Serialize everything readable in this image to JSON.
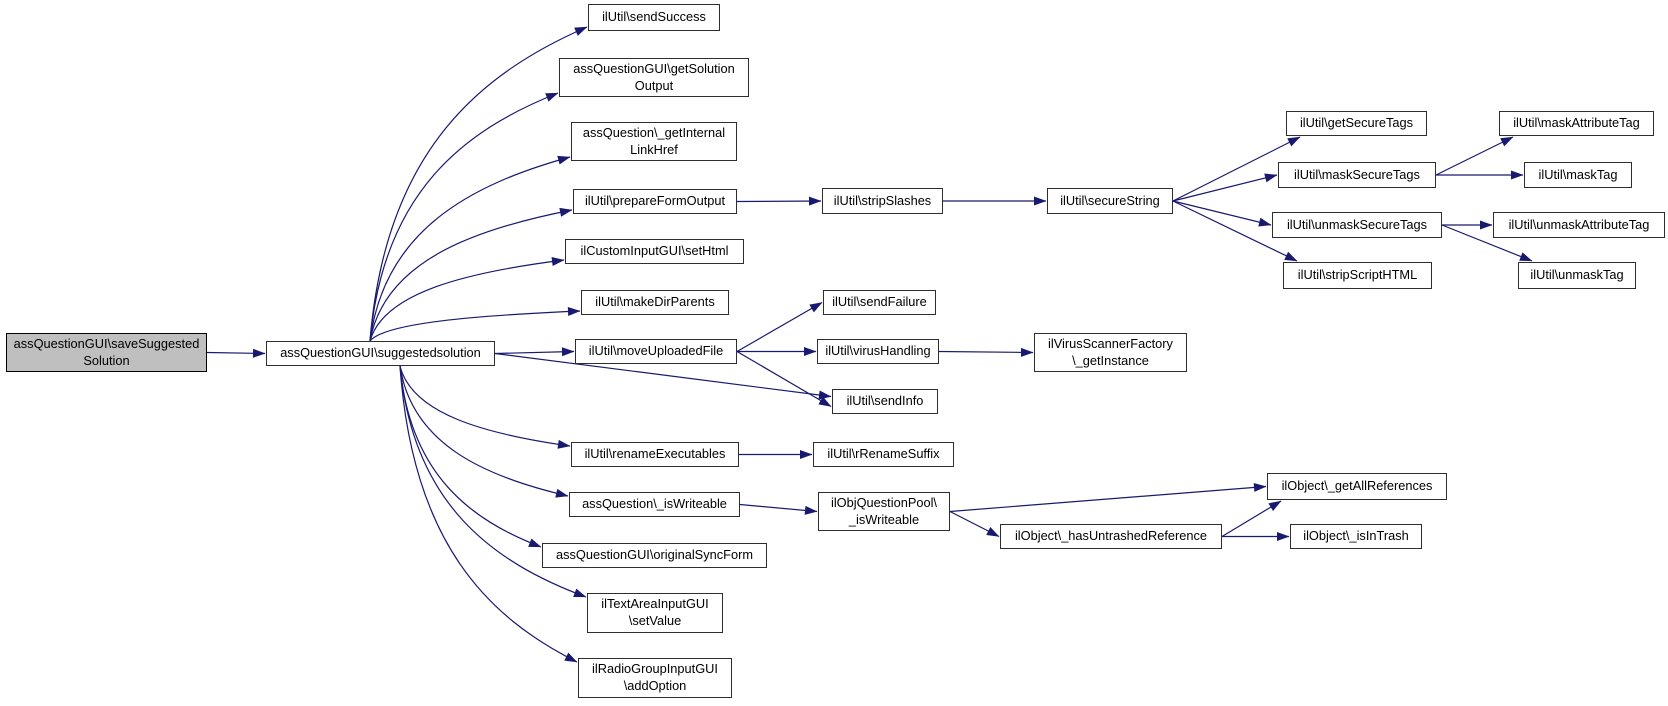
{
  "diagram": {
    "type": "call-graph",
    "colors": {
      "edge": "#191970",
      "node_fill": "#ffffff",
      "node_border": "#2e2e2e",
      "root_fill": "#bfbfbf",
      "text": "#000000",
      "background": "#ffffff"
    },
    "nodes": {
      "saveSuggestedSolution": {
        "label": "assQuestionGUI\\saveSuggested\nSolution"
      },
      "suggestedsolution": {
        "label": "assQuestionGUI\\suggestedsolution"
      },
      "sendSuccess": {
        "label": "ilUtil\\sendSuccess"
      },
      "getSolutionOutput": {
        "label": "assQuestionGUI\\getSolution\nOutput"
      },
      "getInternalLinkHref": {
        "label": "assQuestion\\_getInternal\nLinkHref"
      },
      "prepareFormOutput": {
        "label": "ilUtil\\prepareFormOutput"
      },
      "setHtml": {
        "label": "ilCustomInputGUI\\setHtml"
      },
      "makeDirParents": {
        "label": "ilUtil\\makeDirParents"
      },
      "moveUploadedFile": {
        "label": "ilUtil\\moveUploadedFile"
      },
      "sendInfo": {
        "label": "ilUtil\\sendInfo"
      },
      "renameExecutables": {
        "label": "ilUtil\\renameExecutables"
      },
      "assQuestionIsWriteable": {
        "label": "assQuestion\\_isWriteable"
      },
      "originalSyncForm": {
        "label": "assQuestionGUI\\originalSyncForm"
      },
      "setValue": {
        "label": "ilTextAreaInputGUI\n\\setValue"
      },
      "addOption": {
        "label": "ilRadioGroupInputGUI\n\\addOption"
      },
      "stripSlashes": {
        "label": "ilUtil\\stripSlashes"
      },
      "secureString": {
        "label": "ilUtil\\secureString"
      },
      "getSecureTags": {
        "label": "ilUtil\\getSecureTags"
      },
      "maskSecureTags": {
        "label": "ilUtil\\maskSecureTags"
      },
      "unmaskSecureTags": {
        "label": "ilUtil\\unmaskSecureTags"
      },
      "stripScriptHTML": {
        "label": "ilUtil\\stripScriptHTML"
      },
      "maskAttributeTag": {
        "label": "ilUtil\\maskAttributeTag"
      },
      "maskTag": {
        "label": "ilUtil\\maskTag"
      },
      "unmaskAttributeTag": {
        "label": "ilUtil\\unmaskAttributeTag"
      },
      "unmaskTag": {
        "label": "ilUtil\\unmaskTag"
      },
      "sendFailure": {
        "label": "ilUtil\\sendFailure"
      },
      "virusHandling": {
        "label": "ilUtil\\virusHandling"
      },
      "virusScannerGetInstance": {
        "label": "ilVirusScannerFactory\n\\_getInstance"
      },
      "rRenameSuffix": {
        "label": "ilUtil\\rRenameSuffix"
      },
      "poolIsWriteable": {
        "label": "ilObjQuestionPool\\\n_isWriteable"
      },
      "getAllReferences": {
        "label": "ilObject\\_getAllReferences"
      },
      "hasUntrashedReference": {
        "label": "ilObject\\_hasUntrashedReference"
      },
      "isInTrash": {
        "label": "ilObject\\_isInTrash"
      }
    },
    "edges": [
      {
        "from": "saveSuggestedSolution",
        "to": "suggestedsolution"
      },
      {
        "from": "suggestedsolution",
        "to": "sendSuccess"
      },
      {
        "from": "suggestedsolution",
        "to": "getSolutionOutput"
      },
      {
        "from": "suggestedsolution",
        "to": "getInternalLinkHref"
      },
      {
        "from": "suggestedsolution",
        "to": "prepareFormOutput"
      },
      {
        "from": "suggestedsolution",
        "to": "setHtml"
      },
      {
        "from": "suggestedsolution",
        "to": "makeDirParents"
      },
      {
        "from": "suggestedsolution",
        "to": "moveUploadedFile"
      },
      {
        "from": "suggestedsolution",
        "to": "sendInfo"
      },
      {
        "from": "suggestedsolution",
        "to": "renameExecutables"
      },
      {
        "from": "suggestedsolution",
        "to": "assQuestionIsWriteable"
      },
      {
        "from": "suggestedsolution",
        "to": "originalSyncForm"
      },
      {
        "from": "suggestedsolution",
        "to": "setValue"
      },
      {
        "from": "suggestedsolution",
        "to": "addOption"
      },
      {
        "from": "prepareFormOutput",
        "to": "stripSlashes"
      },
      {
        "from": "stripSlashes",
        "to": "secureString"
      },
      {
        "from": "secureString",
        "to": "getSecureTags"
      },
      {
        "from": "secureString",
        "to": "maskSecureTags"
      },
      {
        "from": "secureString",
        "to": "unmaskSecureTags"
      },
      {
        "from": "secureString",
        "to": "stripScriptHTML"
      },
      {
        "from": "maskSecureTags",
        "to": "maskAttributeTag"
      },
      {
        "from": "maskSecureTags",
        "to": "maskTag"
      },
      {
        "from": "unmaskSecureTags",
        "to": "unmaskAttributeTag"
      },
      {
        "from": "unmaskSecureTags",
        "to": "unmaskTag"
      },
      {
        "from": "moveUploadedFile",
        "to": "sendFailure"
      },
      {
        "from": "moveUploadedFile",
        "to": "virusHandling"
      },
      {
        "from": "moveUploadedFile",
        "to": "sendInfo"
      },
      {
        "from": "virusHandling",
        "to": "virusScannerGetInstance"
      },
      {
        "from": "renameExecutables",
        "to": "rRenameSuffix"
      },
      {
        "from": "assQuestionIsWriteable",
        "to": "poolIsWriteable"
      },
      {
        "from": "poolIsWriteable",
        "to": "getAllReferences"
      },
      {
        "from": "poolIsWriteable",
        "to": "hasUntrashedReference"
      },
      {
        "from": "hasUntrashedReference",
        "to": "getAllReferences"
      },
      {
        "from": "hasUntrashedReference",
        "to": "isInTrash"
      }
    ]
  }
}
